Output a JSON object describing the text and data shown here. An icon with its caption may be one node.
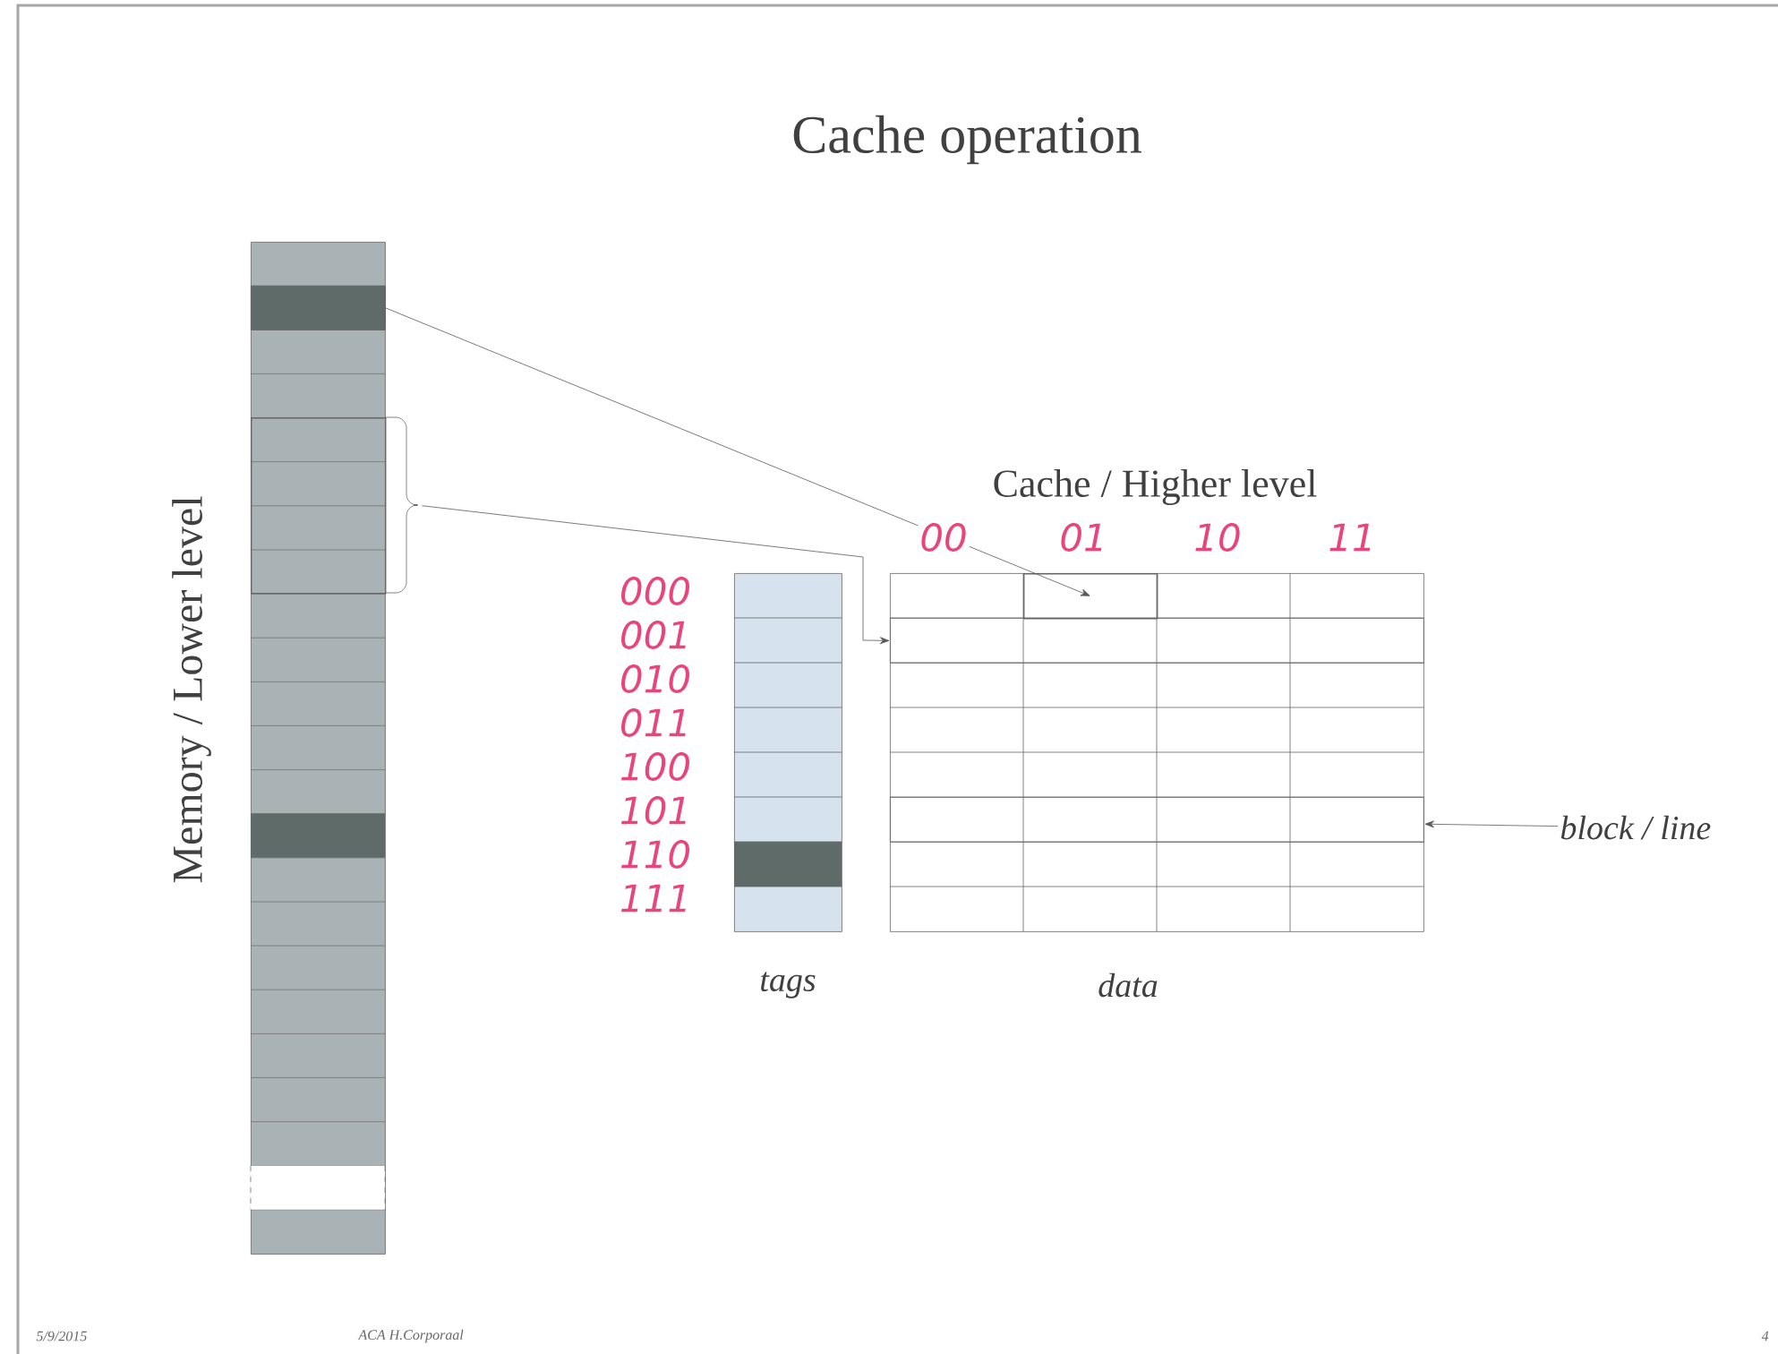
{
  "diagram": {
    "title": "Cache operation",
    "nodes": [
      {
        "text": [],
        "shape": "bar",
        "beside": [
          "Memory / Lower level"
        ]
      },
      {
        "text": [],
        "shape": "bar",
        "in": 0
      },
      {
        "text": [],
        "shape": "box",
        "in": 0
      },
      {
        "text": [],
        "shape": "bar",
        "beside": [
          "tags"
        ]
      },
      {
        "text": [
          "Cache / Higher level"
        ],
        "beside": [
          "data"
        ]
      },
      {
        "text": [],
        "shape": "box",
        "in": 4
      },
      {
        "text": [
          "block / line"
        ]
      },
      {
        "text": [],
        "shape": "bar",
        "in": 4
      },
      {
        "text": [],
        "shape": "bar",
        "in": 4
      }
    ],
    "edges": [
      {
        "from": 1,
        "to": 5,
        "arrow": "to"
      },
      {
        "from": 2,
        "to": 7,
        "arrow": "to"
      },
      {
        "from": 6,
        "to": 8,
        "arrow": "to"
      }
    ],
    "labels": [
      "00",
      "01",
      "10",
      "11",
      "000",
      "001",
      "010",
      "011",
      "100",
      "101",
      "110",
      "111",
      "5/9/2015",
      "ACA H.Corporaal",
      "4"
    ]
  }
}
